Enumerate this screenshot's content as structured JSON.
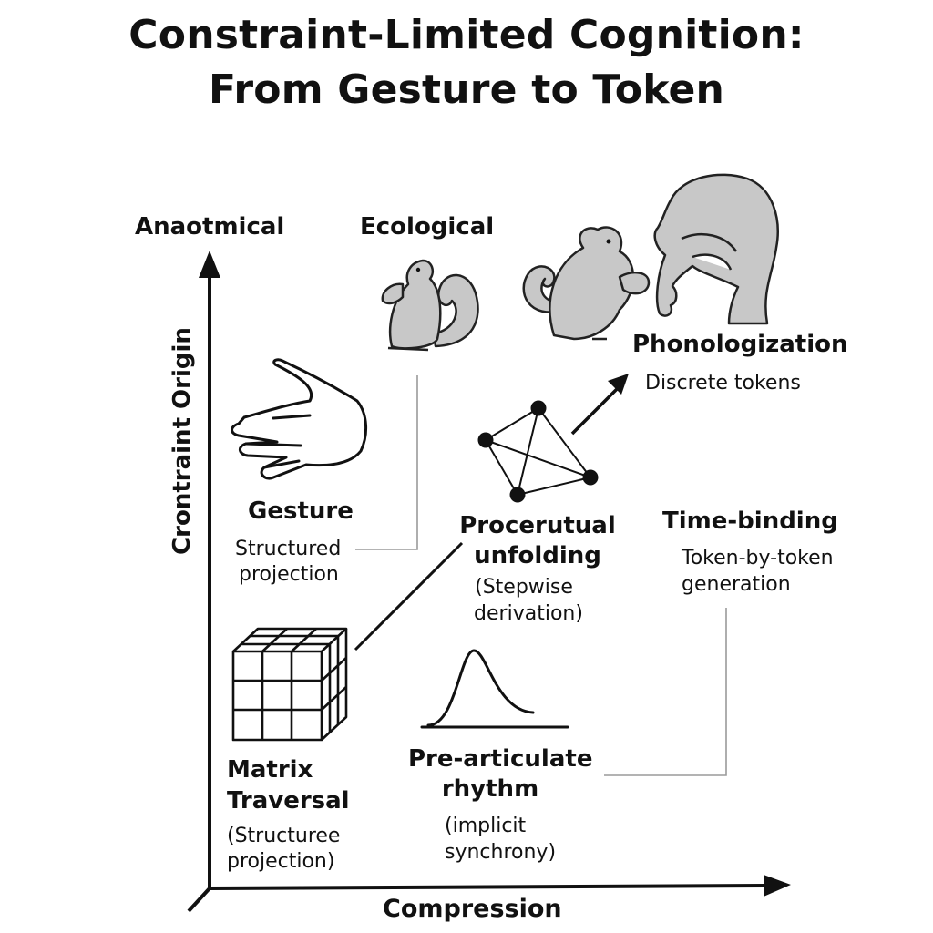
{
  "title": {
    "line1": "Constraint-Limited Cognition:",
    "line2": "From Gesture to Token"
  },
  "axes": {
    "y_label": "Crontraint Origin",
    "x_label": "Compression",
    "top_left_label": "Anaotmical",
    "top_mid_label": "Ecological"
  },
  "nodes": {
    "gesture": {
      "title": "Gesture",
      "sub1": "Structured",
      "sub2": "projection"
    },
    "phonologization": {
      "title": "Phonologization",
      "sub1": "Discrete tokens"
    },
    "procedural": {
      "title1": "Procerutual",
      "title2": "unfolding",
      "sub1": "(Stepwise",
      "sub2": "derivation)"
    },
    "time_binding": {
      "title": "Time-binding",
      "sub1": "Token-by-token",
      "sub2": "generation"
    },
    "matrix": {
      "title1": "Matrix",
      "title2": "Traversal",
      "sub1": "(Structuree",
      "sub2": "projection)"
    },
    "rhythm": {
      "title1": "Pre-articulate",
      "title2": "rhythm",
      "sub1": "(implicit",
      "sub2": "synchrony)"
    }
  },
  "icons": {
    "hand": "open-hand-icon",
    "squirrel_small": "squirrel-icon",
    "squirrel_large": "squirrel-eating-icon",
    "vocal_tract": "vocal-tract-head-icon",
    "network": "network-graph-icon",
    "cube": "grid-cube-icon",
    "curve": "bell-curve-icon"
  },
  "colors": {
    "ink": "#111111",
    "icon_fill": "#c8c8c8",
    "connector": "#9a9a9a"
  }
}
